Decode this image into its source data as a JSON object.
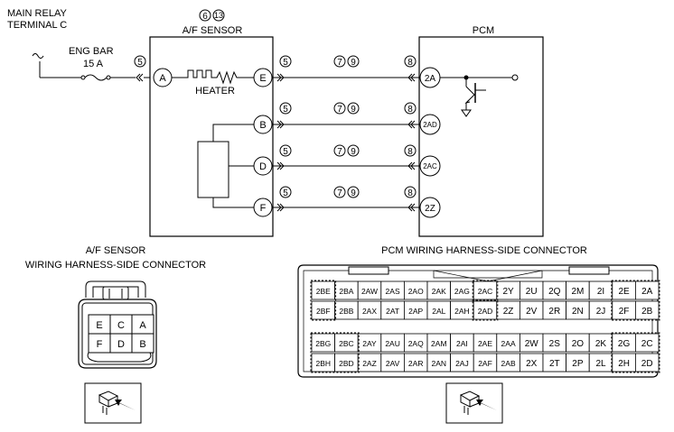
{
  "wiring": {
    "main_relay_line1": "MAIN RELAY",
    "main_relay_line2": "TERMINAL C",
    "fuse_name": "ENG BAR",
    "fuse_rating": "15 A",
    "sensor_refs": [
      "6",
      "13"
    ],
    "sensor_title": "A/F SENSOR",
    "heater_label": "HEATER",
    "pcm_title": "PCM",
    "sensor_pins": {
      "A": "A",
      "E": "E",
      "B": "B",
      "D": "D",
      "F": "F"
    },
    "pcm_pins": {
      "p2A": "2A",
      "p2AD": "2AD",
      "p2AC": "2AC",
      "p2Z": "2Z"
    },
    "connector_refs": {
      "c5": "5",
      "c7": "7",
      "c8": "8",
      "c9": "9"
    }
  },
  "af_connector": {
    "title_line1": "A/F SENSOR",
    "title_line2": "WIRING HARNESS-SIDE CONNECTOR",
    "cells": [
      "E",
      "C",
      "A",
      "F",
      "D",
      "B"
    ]
  },
  "pcm_connector": {
    "title": "PCM WIRING HARNESS-SIDE CONNECTOR",
    "rows": [
      [
        "2BE",
        "2BA",
        "2AW",
        "2AS",
        "2AO",
        "2AK",
        "2AG",
        "2AC",
        "2Y",
        "2U",
        "2Q",
        "2M",
        "2I",
        "2E",
        "2A"
      ],
      [
        "2BF",
        "2BB",
        "2AX",
        "2AT",
        "2AP",
        "2AL",
        "2AH",
        "2AD",
        "2Z",
        "2V",
        "2R",
        "2N",
        "2J",
        "2F",
        "2B"
      ],
      [
        "2BG",
        "2BC",
        "2AY",
        "2AU",
        "2AQ",
        "2AM",
        "2AI",
        "2AE",
        "2AA",
        "2W",
        "2S",
        "2O",
        "2K",
        "2G",
        "2C"
      ],
      [
        "2BH",
        "2BD",
        "2AZ",
        "2AV",
        "2AR",
        "2AN",
        "2AJ",
        "2AF",
        "2AB",
        "2X",
        "2T",
        "2P",
        "2L",
        "2H",
        "2D"
      ]
    ]
  }
}
